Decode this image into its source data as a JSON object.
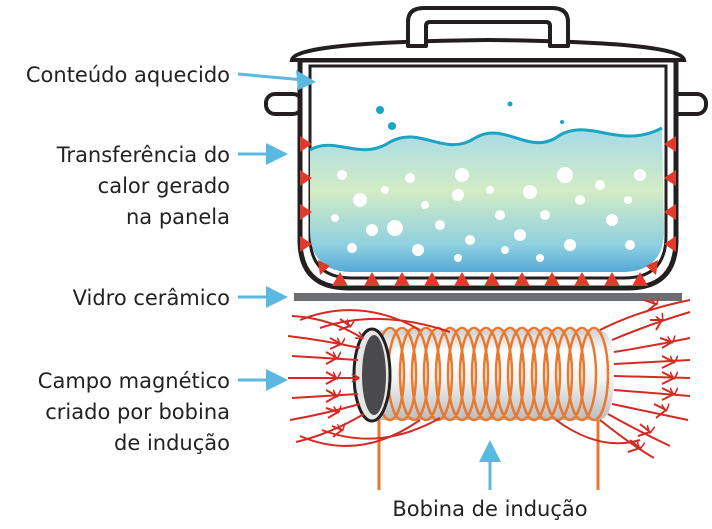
{
  "labels": {
    "heated_content": "Conteúdo aquecido",
    "heat_transfer": [
      "Transferência do",
      "calor gerado",
      "na panela"
    ],
    "ceramic_glass": "Vidro cerâmico",
    "magnetic_field": [
      "Campo magnético",
      "criado por bobina",
      "de indução"
    ],
    "induction_coil": "Bobina de indução"
  },
  "colors": {
    "callout_arrow": "#5bb8e0",
    "heat_marker": "#e03a2a",
    "field_line": "#d42a24",
    "coil": "#e8792e",
    "glass": "#6d6e71",
    "outline": "#231f20",
    "water_top": "#9bd4e3",
    "water_mid": "#c9e6b8",
    "water_bottom": "#2e8fd1",
    "surface_line": "#1aa5c4"
  }
}
